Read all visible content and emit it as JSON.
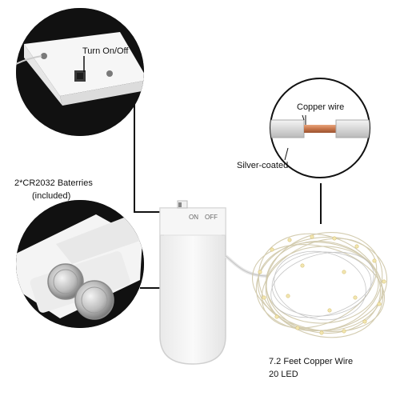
{
  "callouts": {
    "switch_label": "Turn On/Off",
    "batteries_line1": "2*CR2032 Baterries",
    "batteries_line2": "(included)",
    "copper_label": "Copper wire",
    "silver_label": "Silver-coated",
    "wire_length": "7.2 Feet Copper Wire",
    "led_count": "20 LED"
  },
  "battery_box": {
    "switch_on": "ON",
    "switch_off": "OFF"
  },
  "colors": {
    "line": "#111111",
    "copper": "#c8764a",
    "case": "#f3f3f3",
    "led": "#f2e6b0"
  }
}
